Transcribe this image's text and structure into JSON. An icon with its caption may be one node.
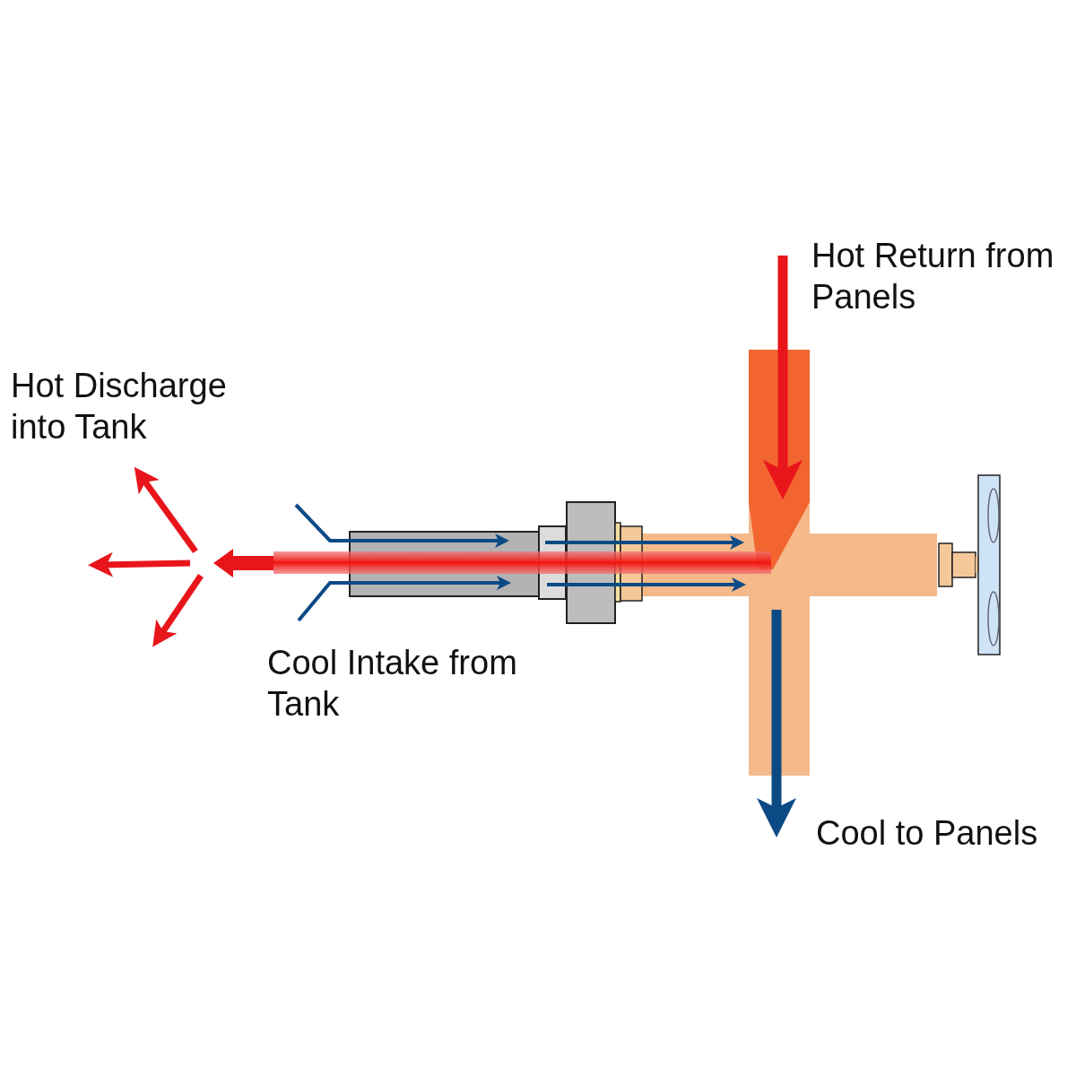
{
  "diagram": {
    "labels": [
      "Hot Return from Panels",
      "Hot Discharge into Tank",
      "Cool Intake from Tank",
      "Cool to Panels"
    ]
  }
}
